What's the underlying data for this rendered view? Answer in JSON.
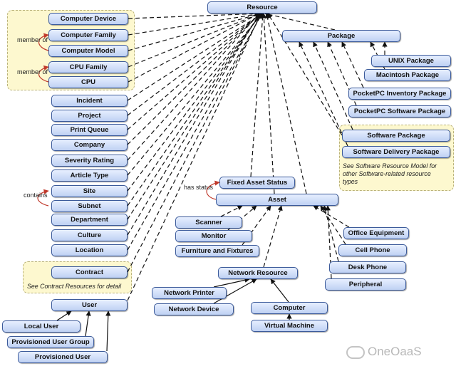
{
  "nodes": {
    "resource": "Resource",
    "package": "Package",
    "computer_device": "Computer Device",
    "computer_family": "Computer Family",
    "computer_model": "Computer Model",
    "cpu_family": "CPU Family",
    "cpu": "CPU",
    "incident": "Incident",
    "project": "Project",
    "print_queue": "Print Queue",
    "company": "Company",
    "severity_rating": "Severity Rating",
    "article_type": "Article Type",
    "site": "Site",
    "subnet": "Subnet",
    "department": "Department",
    "culture": "Culture",
    "location": "Location",
    "contract": "Contract",
    "user": "User",
    "local_user": "Local User",
    "provisioned_user_group": "Provisioned User Group",
    "provisioned_user": "Provisioned User",
    "unix_package": "UNIX Package",
    "macintosh_package": "Macintosh Package",
    "pocketpc_inventory_package": "PocketPC Inventory Package",
    "pocketpc_software_package": "PocketPC Software Package",
    "software_package": "Software Package",
    "software_delivery_package": "Software Delivery Package",
    "fixed_asset_status": "Fixed Asset Status",
    "asset": "Asset",
    "scanner": "Scanner",
    "monitor": "Monitor",
    "furniture_and_fixtures": "Furniture and Fixtures",
    "network_resource": "Network Resource",
    "network_printer": "Network Printer",
    "network_device": "Network Device",
    "computer": "Computer",
    "virtual_machine": "Virtual Machine",
    "office_equipment": "Office Equipment",
    "cell_phone": "Cell Phone",
    "desk_phone": "Desk Phone",
    "peripheral": "Peripheral"
  },
  "labels": {
    "member_of_1": "member of",
    "member_of_2": "member of",
    "contains": "contains",
    "has_status": "has status"
  },
  "notes": {
    "software": "See Software Resource Model for other Software-related resource types",
    "contract": "See Contract Resources for detail"
  },
  "watermark": "OneOaaS",
  "colors": {
    "node_fill": "#c6d6f5",
    "node_border": "#3b5a9a",
    "group_fill": "#fdf8cf",
    "relation_arrow": "#c0392b",
    "edge": "#111111"
  }
}
